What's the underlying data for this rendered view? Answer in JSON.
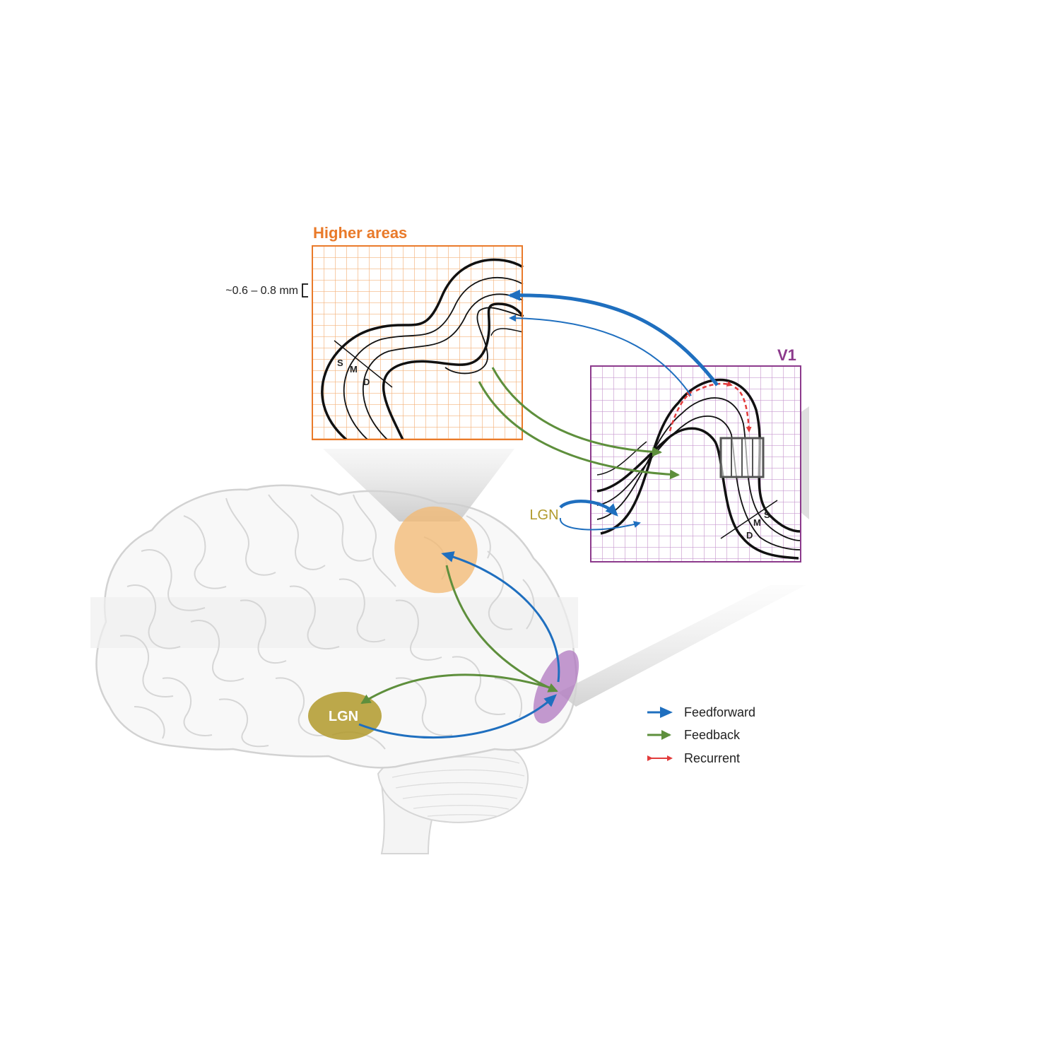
{
  "colors": {
    "higher": "#e97a2a",
    "v1": "#8c3a8c",
    "lgn": "#b19a2c",
    "feedforward": "#1f6fbf",
    "feedback": "#5e8f3c",
    "recurrent": "#e23b3b"
  },
  "higher_areas": {
    "label": "Higher areas"
  },
  "v1": {
    "label": "V1"
  },
  "lgn": {
    "outer_label": "LGN",
    "inner_label": "LGN"
  },
  "scale": {
    "label": "~0.6 – 0.8 mm"
  },
  "layers": {
    "higher": [
      "S",
      "M",
      "D"
    ],
    "v1": [
      "S",
      "M",
      "D"
    ]
  },
  "legend": [
    {
      "label": "Feedforward",
      "kind": "feedforward"
    },
    {
      "label": "Feedback",
      "kind": "feedback"
    },
    {
      "label": "Recurrent",
      "kind": "recurrent"
    }
  ]
}
